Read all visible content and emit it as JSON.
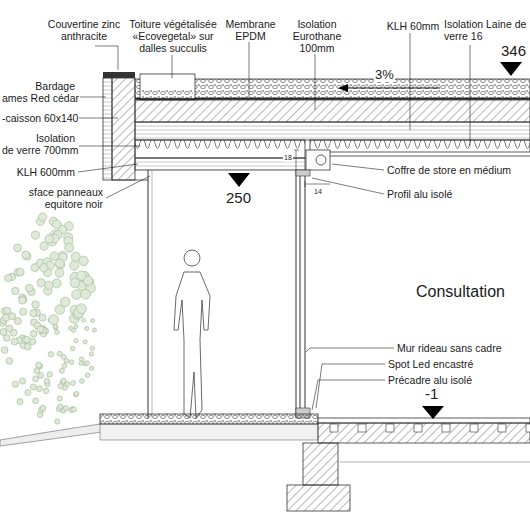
{
  "diagram": {
    "labels": [
      "Couvertine zinc anthracite",
      "Toiture végétalisée «Ecovegetal» sur dalles succulis",
      "Membrane EPDM",
      "Isolation Eurothane 100mm",
      "KLH 60mm",
      "Isolation Laine de verre 16",
      "346",
      "3%",
      "Bardage",
      "ames Red cédar",
      "-caisson 60x140",
      "Isolation",
      "de verre 700mm",
      "KLH 600mm",
      "sface panneaux",
      "equitore noir",
      "250",
      "18",
      "14",
      "Coffre de store en médium",
      "Profil alu isolé",
      "Consultation",
      "Mur rideau sans cadre",
      "Spot Led encastré",
      "Précadre alu isolé",
      "-1"
    ]
  }
}
